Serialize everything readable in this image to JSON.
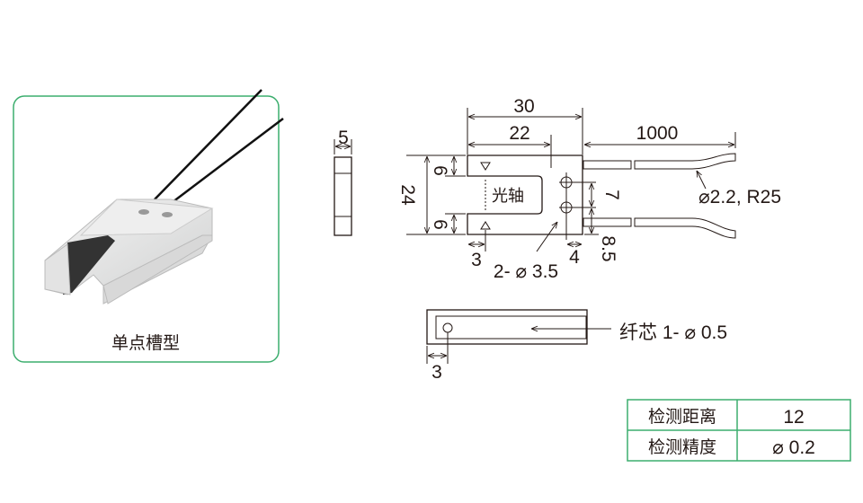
{
  "product_card": {
    "label": "单点槽型"
  },
  "drawing": {
    "side_width": "5",
    "overall_length": "30",
    "slot_depth": "22",
    "cable_length": "1000",
    "height": "24",
    "arm_top": "6",
    "arm_bottom": "6",
    "optical_axis": "光轴",
    "hole_pitch": "7",
    "hole_offset_bottom": "8.5",
    "axis_offset": "3",
    "holes": "2- ⌀ 3.5",
    "hole_edge": "4",
    "cable_spec": "⌀2.2, R25",
    "core_offset": "3",
    "fiber_core": "纤芯 1- ⌀ 0.5"
  },
  "spec_table": {
    "rows": [
      {
        "label": "检测距离",
        "value": "12"
      },
      {
        "label": "检测精度",
        "value": "⌀ 0.2"
      }
    ]
  },
  "colors": {
    "accent": "#3cae6e",
    "line": "#231815"
  }
}
